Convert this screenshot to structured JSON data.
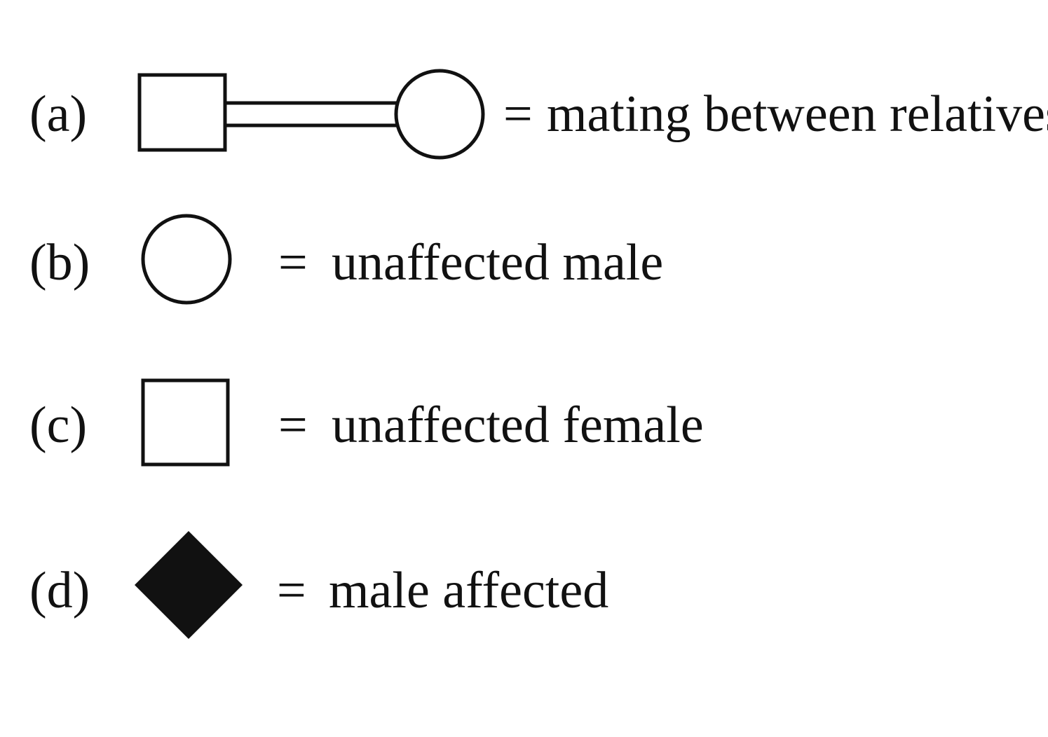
{
  "rows": [
    {
      "label": "(a)",
      "equals": "=",
      "text": "mating between relatives",
      "symbol": "square-circle-double-line"
    },
    {
      "label": "(b)",
      "equals": "=",
      "text": "unaffected male",
      "symbol": "open-circle"
    },
    {
      "label": "(c)",
      "equals": "=",
      "text": "unaffected female",
      "symbol": "open-square"
    },
    {
      "label": "(d)",
      "equals": "=",
      "text": "male affected",
      "symbol": "filled-diamond"
    }
  ],
  "colors": {
    "stroke": "#111111",
    "fill_affected": "#111111",
    "background": "#ffffff"
  }
}
